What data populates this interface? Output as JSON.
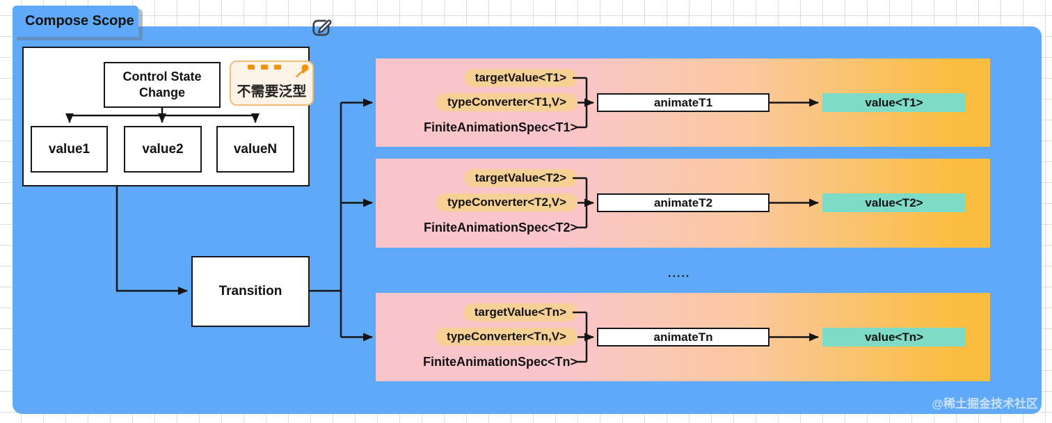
{
  "scope": {
    "label": "Compose Scope"
  },
  "icons": {
    "edit": "pencil-square",
    "pin": "pushpin",
    "dashes": "triple-dash"
  },
  "note": {
    "text": "不需要泛型"
  },
  "control": {
    "title": "Control State Change",
    "values": [
      "value1",
      "value2",
      "valueN"
    ]
  },
  "transition": {
    "label": "Transition"
  },
  "ellipsis": ".....",
  "panels": [
    {
      "target": "targetValue<T1>",
      "converter": "typeConverter<T1,V>",
      "spec": "FiniteAnimationSpec<T1>",
      "animate": "animateT1",
      "value": "value<T1>"
    },
    {
      "target": "targetValue<T2>",
      "converter": "typeConverter<T2,V>",
      "spec": "FiniteAnimationSpec<T2>",
      "animate": "animateT2",
      "value": "value<T2>"
    },
    {
      "target": "targetValue<Tn>",
      "converter": "typeConverter<Tn,V>",
      "spec": "FiniteAnimationSpec<Tn>",
      "animate": "animateTn",
      "value": "value<Tn>"
    }
  ],
  "watermark": "@稀土掘金技术社区",
  "colors": {
    "scope_blue": "#5EAAF8",
    "panel_pink": "#FBC6CB",
    "panel_orange": "#FBBD3E",
    "pill_peach": "#F7D096",
    "value_teal": "#7EDCC6",
    "note_bg": "#FDF3E6",
    "note_border": "#F6BA77",
    "accent_orange": "#F5920B",
    "line_dark": "#141414"
  }
}
